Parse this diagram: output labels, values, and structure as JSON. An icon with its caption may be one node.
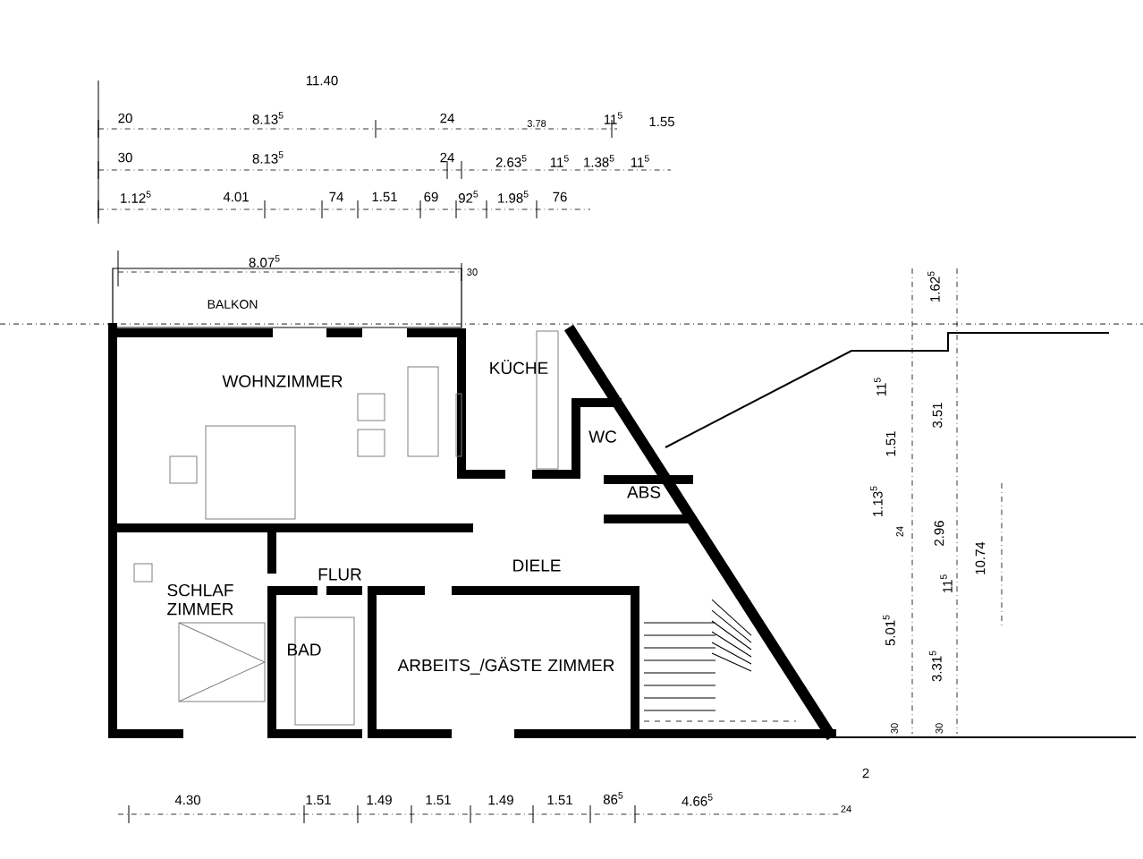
{
  "diagram": {
    "labels": [
      "11.40",
      "20",
      "8.13$^{5}$",
      "24",
      "3.78",
      "11$^{5}$",
      "1.55",
      "30",
      "8.13$^{5}$",
      "24",
      "2.63$^{5}$",
      "11$^{5}$",
      "1.38$^{5}$",
      "11$^{5}$",
      "1.12$^{5}$",
      "4.01",
      "74",
      "1.51",
      "69",
      "92$^{5}$",
      "1.98$^{5}$",
      "76",
      "8.07$^{5}$",
      "30",
      "BALKON",
      "1.62$^{5}$",
      "11$^{5}$",
      "3.51",
      "1.51",
      "1.13$^{5}$",
      "24",
      "2.96",
      "10.74",
      "11$^{5}$",
      "5.01$^{5}$",
      "3.31$^{5}$",
      "30",
      "30",
      "WOHNZIMMER",
      "KÜCHE",
      "WC",
      "ABS",
      "DIELE",
      "FLUR",
      "SCHLAF ZIMMER",
      "BAD",
      "ARBEITS_/GÄSTE ZIMMER",
      "4.30",
      "1.51",
      "1.49",
      "1.51",
      "1.49",
      "1.51",
      "86$^{5}$",
      "4.66$^{5}$",
      "24",
      "2"
    ]
  }
}
